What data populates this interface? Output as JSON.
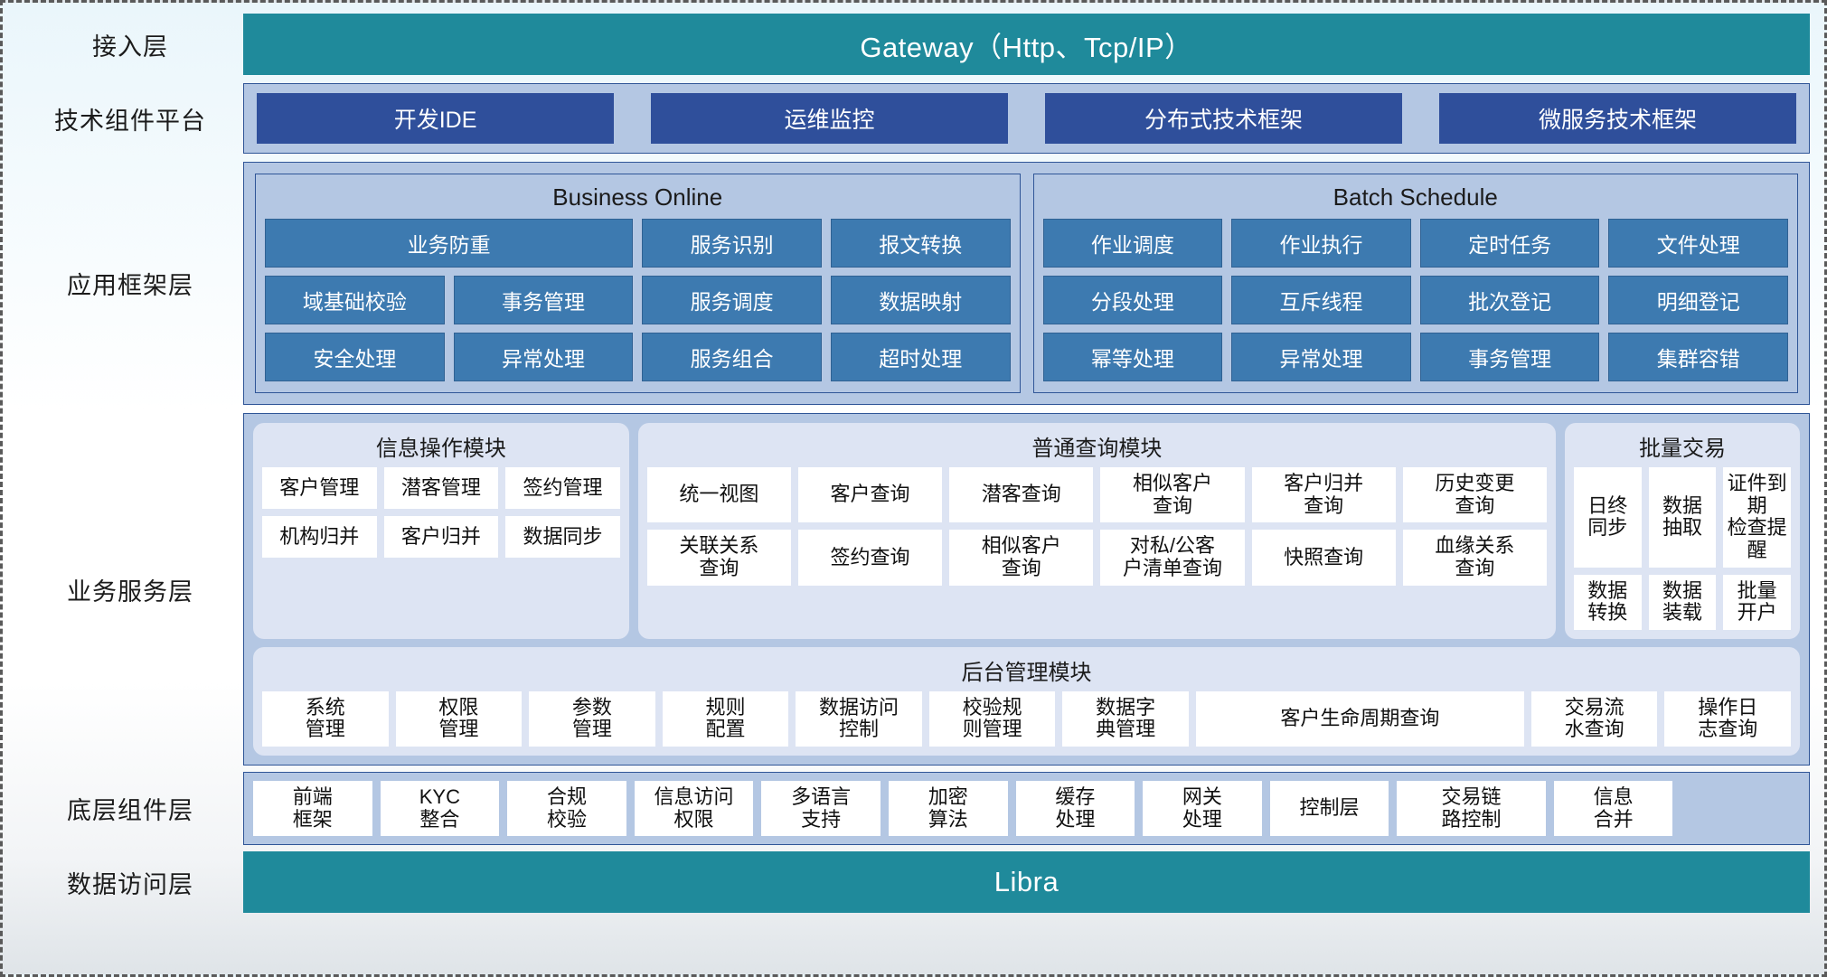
{
  "layers": [
    {
      "label": "接入层"
    },
    {
      "label": "技术组件平台"
    },
    {
      "label": "应用框架层"
    },
    {
      "label": "业务服务层"
    },
    {
      "label": "底层组件层"
    },
    {
      "label": "数据访问层"
    }
  ],
  "access_layer": {
    "title": "Gateway（Http、Tcp/IP）",
    "color": "#1f8a9b"
  },
  "tech_platform": {
    "items": [
      {
        "label": "开发IDE"
      },
      {
        "label": "运维监控"
      },
      {
        "label": "分布式技术框架"
      },
      {
        "label": "微服务技术框架"
      }
    ],
    "chip_color": "#2f4f9b",
    "panel_color": "#b4c7e3"
  },
  "app_framework": {
    "groups": [
      {
        "title": "Business Online",
        "rows": [
          [
            {
              "label": "业务防重",
              "span": 2
            },
            {
              "label": "服务识别"
            },
            {
              "label": "报文转换"
            }
          ],
          [
            {
              "label": "域基础校验"
            },
            {
              "label": "事务管理"
            },
            {
              "label": "服务调度"
            },
            {
              "label": "数据映射"
            }
          ],
          [
            {
              "label": "安全处理"
            },
            {
              "label": "异常处理"
            },
            {
              "label": "服务组合"
            },
            {
              "label": "超时处理"
            }
          ]
        ]
      },
      {
        "title": "Batch Schedule",
        "rows": [
          [
            {
              "label": "作业调度"
            },
            {
              "label": "作业执行"
            },
            {
              "label": "定时任务"
            },
            {
              "label": "文件处理"
            }
          ],
          [
            {
              "label": "分段处理"
            },
            {
              "label": "互斥线程"
            },
            {
              "label": "批次登记"
            },
            {
              "label": "明细登记"
            }
          ],
          [
            {
              "label": "幂等处理"
            },
            {
              "label": "异常处理"
            },
            {
              "label": "事务管理"
            },
            {
              "label": "集群容错"
            }
          ]
        ]
      }
    ],
    "chip_color": "#3d7ab0"
  },
  "business_service": {
    "modules": [
      {
        "title": "信息操作模块",
        "cells": [
          "客户管理",
          "潜客管理",
          "签约管理",
          "机构归并",
          "客户归并",
          "数据同步"
        ]
      },
      {
        "title": "普通查询模块",
        "cells": [
          "统一视图",
          "客户查询",
          "潜客查询",
          "相似客户\n查询",
          "客户归并\n查询",
          "历史变更\n查询",
          "关联关系\n查询",
          "签约查询",
          "相似客户\n查询",
          "对私/公客\n户清单查询",
          "快照查询",
          "血缘关系\n查询"
        ]
      },
      {
        "title": "批量交易",
        "cells": [
          "日终\n同步",
          "数据\n抽取",
          "证件到期\n检查提醒",
          "数据\n转换",
          "数据\n装载",
          "批量\n开户"
        ]
      }
    ],
    "admin_module": {
      "title": "后台管理模块",
      "cells": [
        "系统\n管理",
        "权限\n管理",
        "参数\n管理",
        "规则\n配置",
        "数据访问\n控制",
        "校验规\n则管理",
        "数据字\n典管理",
        "客户生命周期查询",
        "交易流\n水查询",
        "操作日\n志查询"
      ]
    }
  },
  "bottom_components": {
    "cells": [
      "前端\n框架",
      "KYC\n整合",
      "合规\n校验",
      "信息访问\n权限",
      "多语言\n支持",
      "加密\n算法",
      "缓存\n处理",
      "网关\n处理",
      "控制层",
      "交易链\n路控制",
      "信息\n合并"
    ]
  },
  "data_access_layer": {
    "title": "Libra",
    "color": "#1f8a9b"
  }
}
